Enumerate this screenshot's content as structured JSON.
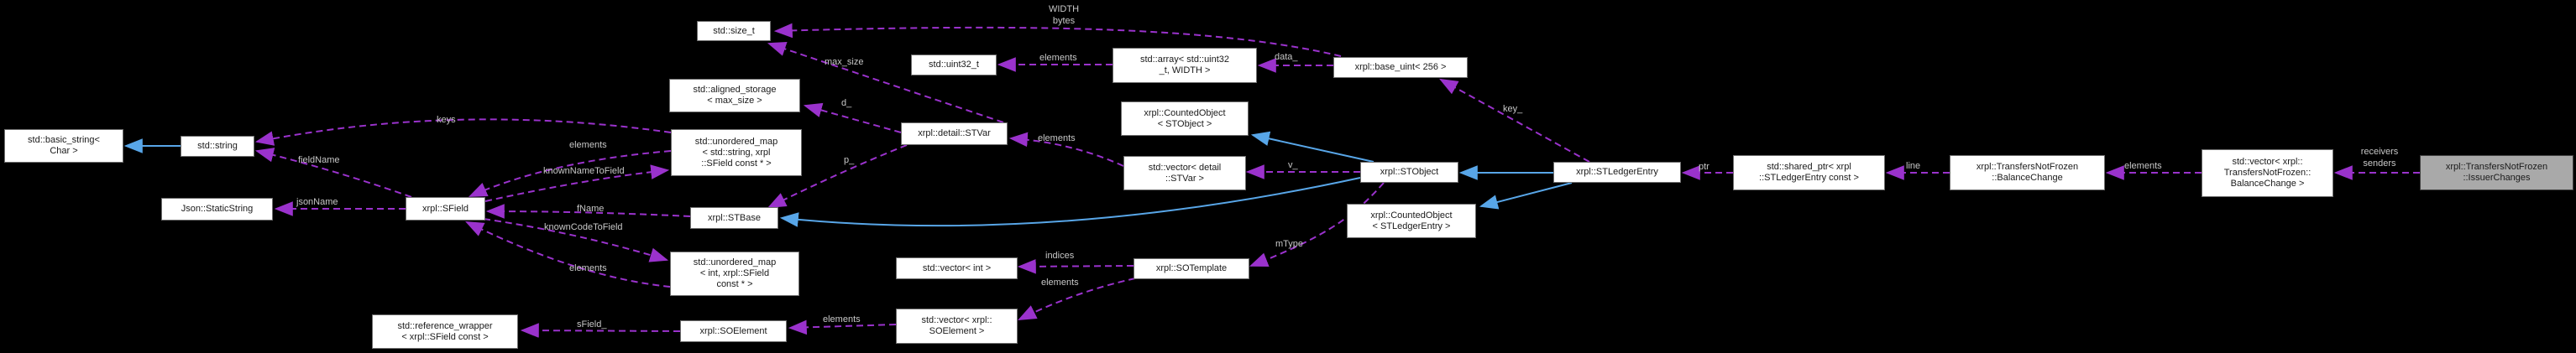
{
  "diagram": {
    "title": "Collaboration graph for xrpl::TransfersNotFrozen::IssuerChanges",
    "background": "#000000",
    "colors": {
      "background": "#000000",
      "relation_dashed": "#9A32CC",
      "inheritance_solid": "#58A6E8",
      "edge_label": "#C8C8C8",
      "node_fill": "#FFFFFF",
      "node_border": "#6E6E6E",
      "node_text": "#1A1A1A",
      "main_node_fill": "#A9A9A9",
      "main_node_border": "#404040"
    },
    "nodes": {
      "basicString": {
        "lines": [
          "std::basic_string<",
          "Char >"
        ]
      },
      "stdString": {
        "lines": [
          "std::string"
        ]
      },
      "staticString": {
        "lines": [
          "Json::StaticString"
        ]
      },
      "sField": {
        "lines": [
          "xrpl::SField"
        ]
      },
      "refWrapper": {
        "lines": [
          "std::reference_wrapper",
          "< xrpl::SField const >"
        ]
      },
      "sizeT": {
        "lines": [
          "std::size_t"
        ]
      },
      "alignedStorage": {
        "lines": [
          "std::aligned_storage",
          "< max_size >"
        ]
      },
      "umapString": {
        "lines": [
          "std::unordered_map",
          "< std::string, xrpl",
          "::SField const * >"
        ]
      },
      "stBase": {
        "lines": [
          "xrpl::STBase"
        ]
      },
      "umapInt": {
        "lines": [
          "std::unordered_map",
          "< int, xrpl::SField",
          "const * >"
        ]
      },
      "soElement": {
        "lines": [
          "xrpl::SOElement"
        ]
      },
      "uint32": {
        "lines": [
          "std::uint32_t"
        ]
      },
      "stdArray": {
        "lines": [
          "std::array< std::uint32",
          "_t, WIDTH >"
        ]
      },
      "coStObject": {
        "lines": [
          "xrpl::CountedObject",
          "< STObject >"
        ]
      },
      "stVar": {
        "lines": [
          "xrpl::detail::STVar"
        ]
      },
      "vecStVar": {
        "lines": [
          "std::vector< detail",
          "::STVar >"
        ]
      },
      "vecInt": {
        "lines": [
          "std::vector< int >"
        ]
      },
      "soTemplate": {
        "lines": [
          "xrpl::SOTemplate"
        ]
      },
      "vecSOElement": {
        "lines": [
          "std::vector< xrpl::",
          "SOElement >"
        ]
      },
      "baseUint": {
        "lines": [
          "xrpl::base_uint< 256 >"
        ]
      },
      "stObject": {
        "lines": [
          "xrpl::STObject"
        ]
      },
      "stLedgerEntry": {
        "lines": [
          "xrpl::STLedgerEntry"
        ]
      },
      "coSTLE": {
        "lines": [
          "xrpl::CountedObject",
          "< STLedgerEntry >"
        ]
      },
      "sharedPtr": {
        "lines": [
          "std::shared_ptr< xrpl",
          "::STLedgerEntry const >"
        ]
      },
      "balanceChange": {
        "lines": [
          "xrpl::TransfersNotFrozen",
          "::BalanceChange"
        ]
      },
      "vecBC": {
        "lines": [
          "std::vector< xrpl::",
          "TransfersNotFrozen::",
          "BalanceChange >"
        ]
      },
      "issuerChanges": {
        "lines": [
          "xrpl::TransfersNotFrozen",
          "::IssuerChanges"
        ]
      }
    },
    "edge_labels": {
      "keys": "keys",
      "fieldName": "fieldName",
      "jsonName": "jsonName",
      "elements": "elements",
      "knownNameToField": "knownNameToField",
      "fName": "fName",
      "knownCodeToField": "knownCodeToField",
      "sField": "sField_",
      "max_size": "max_size",
      "d": "d_",
      "p": "p_",
      "WIDTH": "WIDTH",
      "bytes": "bytes",
      "data": "data_",
      "v": "v_",
      "key": "key_",
      "mType": "mType",
      "indices": "indices",
      "ptr": "ptr",
      "line": "line",
      "receivers": "receivers",
      "senders": "senders"
    }
  }
}
